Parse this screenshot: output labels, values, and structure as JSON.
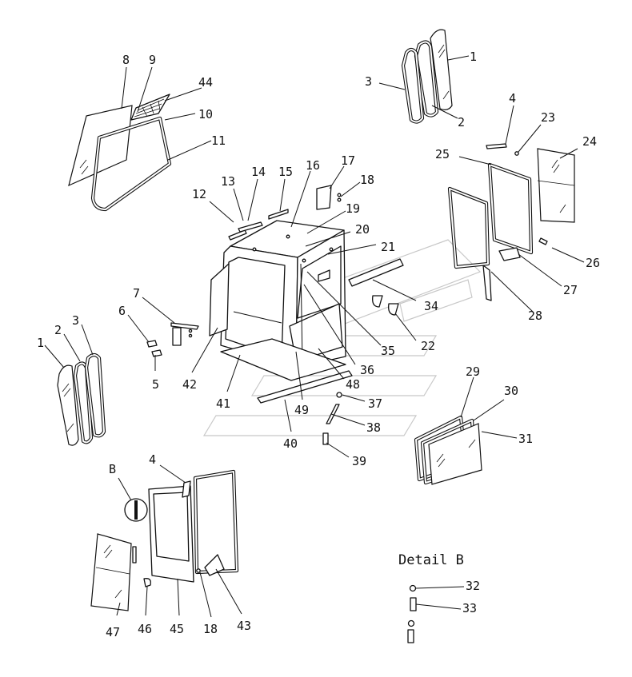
{
  "diagram": {
    "detail_title": "Detail B",
    "detail_marker": "B",
    "callouts": [
      {
        "id": "c1a",
        "text": "1"
      },
      {
        "id": "c2a",
        "text": "2"
      },
      {
        "id": "c3a",
        "text": "3"
      },
      {
        "id": "c4a",
        "text": "4"
      },
      {
        "id": "c23",
        "text": "23"
      },
      {
        "id": "c24",
        "text": "24"
      },
      {
        "id": "c25",
        "text": "25"
      },
      {
        "id": "c26",
        "text": "26"
      },
      {
        "id": "c27",
        "text": "27"
      },
      {
        "id": "c28",
        "text": "28"
      },
      {
        "id": "c8",
        "text": "8"
      },
      {
        "id": "c9",
        "text": "9"
      },
      {
        "id": "c44",
        "text": "44"
      },
      {
        "id": "c10",
        "text": "10"
      },
      {
        "id": "c11",
        "text": "11"
      },
      {
        "id": "c12",
        "text": "12"
      },
      {
        "id": "c13",
        "text": "13"
      },
      {
        "id": "c14",
        "text": "14"
      },
      {
        "id": "c15",
        "text": "15"
      },
      {
        "id": "c16",
        "text": "16"
      },
      {
        "id": "c17",
        "text": "17"
      },
      {
        "id": "c18a",
        "text": "18"
      },
      {
        "id": "c19",
        "text": "19"
      },
      {
        "id": "c20",
        "text": "20"
      },
      {
        "id": "c21",
        "text": "21"
      },
      {
        "id": "c34",
        "text": "34"
      },
      {
        "id": "c22",
        "text": "22"
      },
      {
        "id": "c35",
        "text": "35"
      },
      {
        "id": "c36",
        "text": "36"
      },
      {
        "id": "c48",
        "text": "48"
      },
      {
        "id": "c37",
        "text": "37"
      },
      {
        "id": "c38",
        "text": "38"
      },
      {
        "id": "c39",
        "text": "39"
      },
      {
        "id": "c40",
        "text": "40"
      },
      {
        "id": "c49",
        "text": "49"
      },
      {
        "id": "c41",
        "text": "41"
      },
      {
        "id": "c42",
        "text": "42"
      },
      {
        "id": "c7",
        "text": "7"
      },
      {
        "id": "c6",
        "text": "6"
      },
      {
        "id": "c5",
        "text": "5"
      },
      {
        "id": "c1b",
        "text": "1"
      },
      {
        "id": "c2b",
        "text": "2"
      },
      {
        "id": "c3b",
        "text": "3"
      },
      {
        "id": "c29",
        "text": "29"
      },
      {
        "id": "c30",
        "text": "30"
      },
      {
        "id": "c31",
        "text": "31"
      },
      {
        "id": "c4b",
        "text": "4"
      },
      {
        "id": "c47",
        "text": "47"
      },
      {
        "id": "c46",
        "text": "46"
      },
      {
        "id": "c45",
        "text": "45"
      },
      {
        "id": "c18b",
        "text": "18"
      },
      {
        "id": "c43",
        "text": "43"
      },
      {
        "id": "c32",
        "text": "32"
      },
      {
        "id": "c33",
        "text": "33"
      }
    ]
  }
}
